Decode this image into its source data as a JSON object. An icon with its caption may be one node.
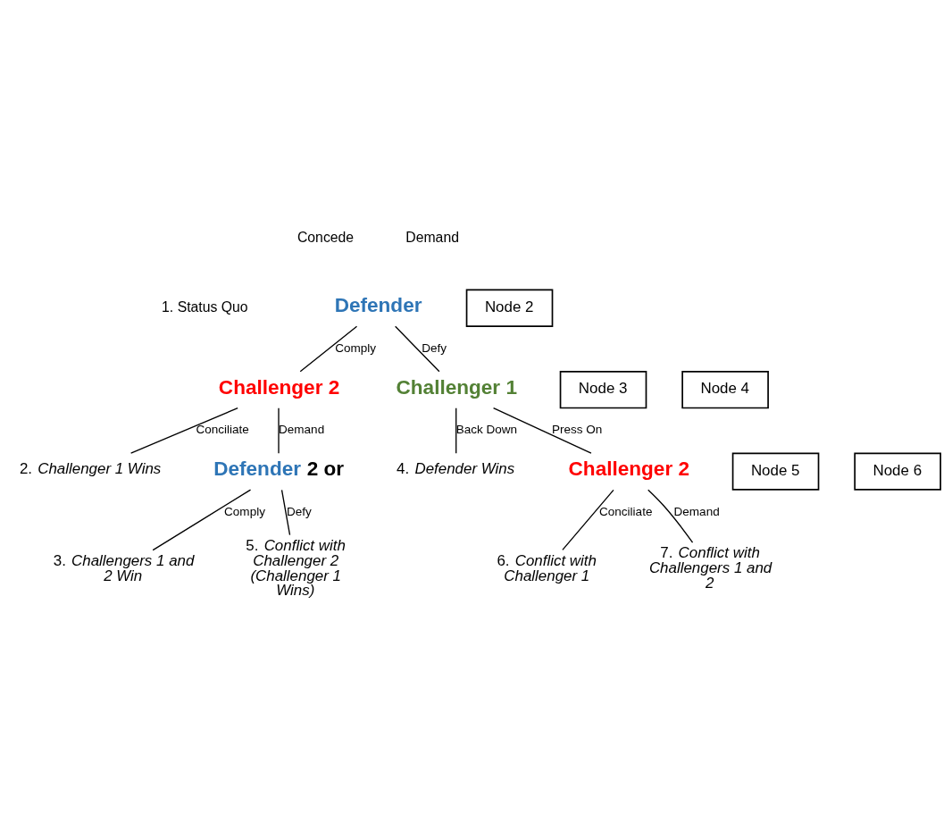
{
  "diagram": {
    "nodes": [
      {
        "text": [
          "Defender"
        ]
      },
      {
        "text": [
          "Node 2"
        ]
      },
      {
        "text": [
          "Challenger 2"
        ]
      },
      {
        "text": [
          "Node 3"
        ]
      },
      {
        "text": [
          "Challenger 1"
        ]
      },
      {
        "text": [
          "Node 4"
        ]
      },
      {
        "text": [
          "2. Challenger 1 Wins"
        ]
      },
      {
        "text": [
          "4. Defender Wins"
        ]
      },
      {
        "text": [
          "Defender 2 or"
        ]
      },
      {
        "text": [
          "Node 5"
        ]
      },
      {
        "text": [
          "Challenger 2"
        ]
      },
      {
        "text": [
          "Node 6"
        ]
      },
      {
        "text": [
          "3. Challengers 1 and 2 Win"
        ]
      },
      {
        "text": [
          "5. Conflict with Challenger 2 (Challenger 1 Wins)"
        ]
      },
      {
        "text": [
          "6. Conflict with Challenger 1"
        ]
      },
      {
        "text": [
          "7. Conflict with Challengers 1 and 2"
        ]
      }
    ],
    "edges": [
      {
        "from": 0,
        "to": 2,
        "arrow": "none",
        "label": "Comply"
      },
      {
        "from": 0,
        "to": 4,
        "arrow": "none",
        "label": "Defy"
      },
      {
        "from": 2,
        "to": 6,
        "arrow": "none",
        "label": "Conciliate"
      },
      {
        "from": 2,
        "to": 8,
        "arrow": "none",
        "label": "Demand"
      },
      {
        "from": 4,
        "to": 7,
        "arrow": "none",
        "label": "Back Down"
      },
      {
        "from": 4,
        "to": 10,
        "arrow": "none",
        "label": "Press On"
      },
      {
        "from": 8,
        "to": 12,
        "arrow": "none",
        "label": "Comply"
      },
      {
        "from": 8,
        "to": 13,
        "arrow": "none",
        "label": "Defy"
      },
      {
        "from": 10,
        "to": 14,
        "arrow": "none",
        "label": "Conciliate"
      },
      {
        "from": 10,
        "to": 15,
        "arrow": "none",
        "label": "Demand"
      }
    ],
    "labels": [
      "Concede",
      "Demand",
      "1. Status Quo"
    ]
  }
}
